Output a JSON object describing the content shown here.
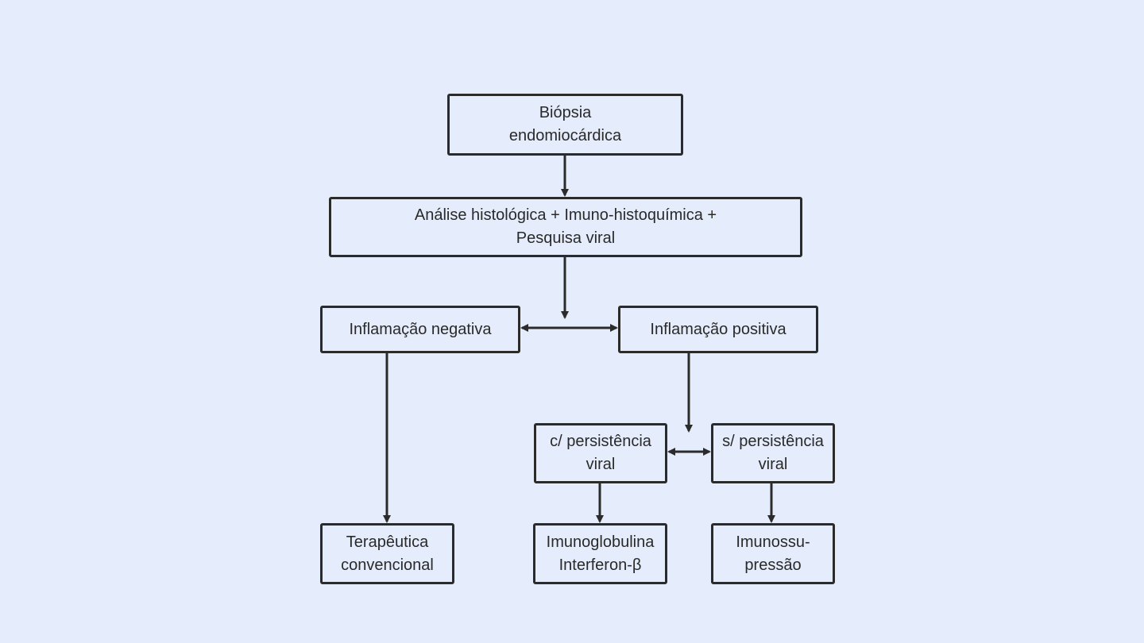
{
  "flowchart": {
    "nodes": {
      "biopsy": "Biópsia endomiocárdica",
      "analysis": "Análise histológica + Imuno-histoquímica + Pesquisa viral",
      "inflammation_negative": "Inflamação negativa",
      "inflammation_positive": "Inflamação positiva",
      "with_viral_persistence": "c/ persistência viral",
      "without_viral_persistence": "s/ persistência viral",
      "conventional_therapy": "Terapêutica convencional",
      "immunoglobulin": "Imunoglobulina Interferon-β",
      "immunosuppression": "Imunossu-pressão"
    },
    "colors": {
      "background": "#e5ecfb",
      "border": "#2b2b2b",
      "text": "#2a2a2a"
    }
  }
}
